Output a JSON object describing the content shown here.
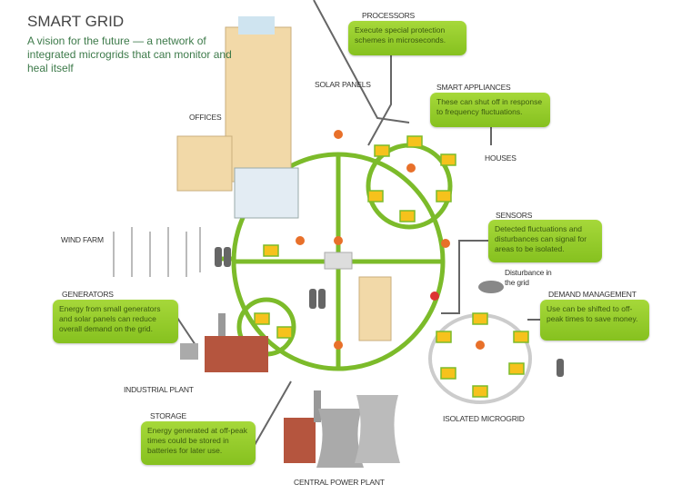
{
  "title": "SMART GRID",
  "subtitle": "A vision for the future — a network of integrated microgrids that can monitor and heal itself",
  "callouts": {
    "processors": {
      "heading": "PROCESSORS",
      "text": "Execute special protection schemes in microseconds."
    },
    "smart_appliances": {
      "heading": "SMART APPLIANCES",
      "text": "These can shut off in response to frequency fluctuations."
    },
    "sensors": {
      "heading": "SENSORS",
      "text": "Detected fluctuations and disturbances can signal for areas to be isolated."
    },
    "demand_management": {
      "heading": "DEMAND MANAGEMENT",
      "text": "Use can be shifted to off-peak times to save money."
    },
    "generators": {
      "heading": "GENERATORS",
      "text": "Energy from small generators and solar panels can reduce overall demand on the grid."
    },
    "storage": {
      "heading": "STORAGE",
      "text": "Energy generated at off-peak times could be stored in batteries for later use."
    }
  },
  "labels": {
    "offices": "OFFICES",
    "solar_panels": "SOLAR PANELS",
    "houses": "HOUSES",
    "wind_farm": "WIND FARM",
    "industrial_plant": "INDUSTRIAL PLANT",
    "isolated_microgrid": "ISOLATED MICROGRID",
    "central_power_plant": "CENTRAL POWER PLANT",
    "disturbance": "Disturbance in the grid"
  },
  "colors": {
    "grid_line": "#7cbb2a",
    "callout": "#95cc2b",
    "sensor": "#e8702a",
    "building": "#f2d9a8",
    "house": "#f6c21c"
  }
}
